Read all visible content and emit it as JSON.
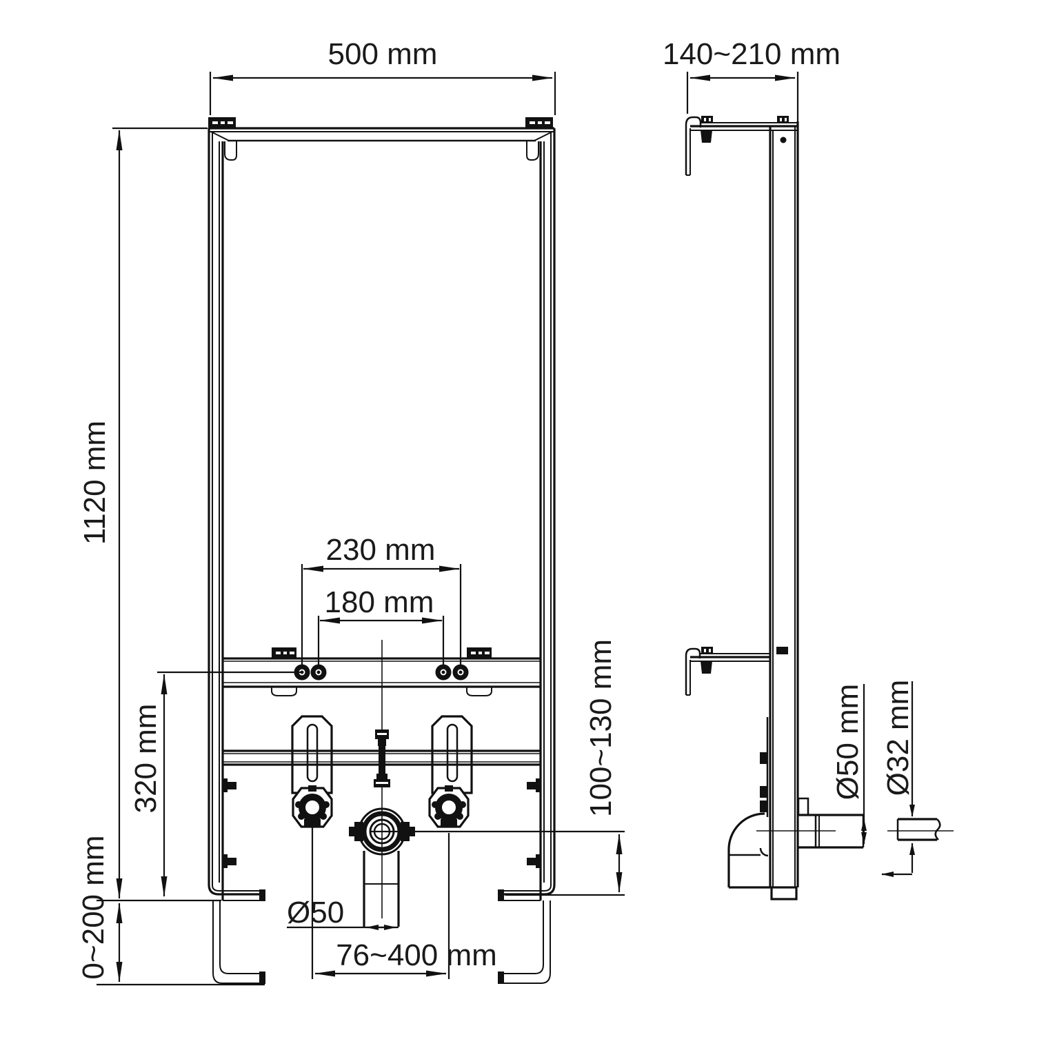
{
  "page": {
    "background": "#ffffff",
    "line_color": "#111111",
    "description": "Technical installation drawing of a wall-mount bidet frame, front view and side view with dimensions"
  },
  "front_view": {
    "name": "front-view",
    "dimensions": {
      "width": "500 mm",
      "height": "1120 mm",
      "hole_spacing_outer": "230 mm",
      "hole_spacing_inner": "180 mm",
      "rail_height": "320 mm",
      "leg_adjustment": "0~200 mm",
      "outlet_center_height": "100~130 mm",
      "drain_diameter": "Ø50",
      "fixing_bolt_spacing": "76~400 mm"
    }
  },
  "side_view": {
    "name": "side-view",
    "dimensions": {
      "depth": "140~210 mm",
      "drain_pipe_diameter": "Ø50 mm",
      "inlet_pipe_diameter": "Ø32 mm"
    }
  }
}
